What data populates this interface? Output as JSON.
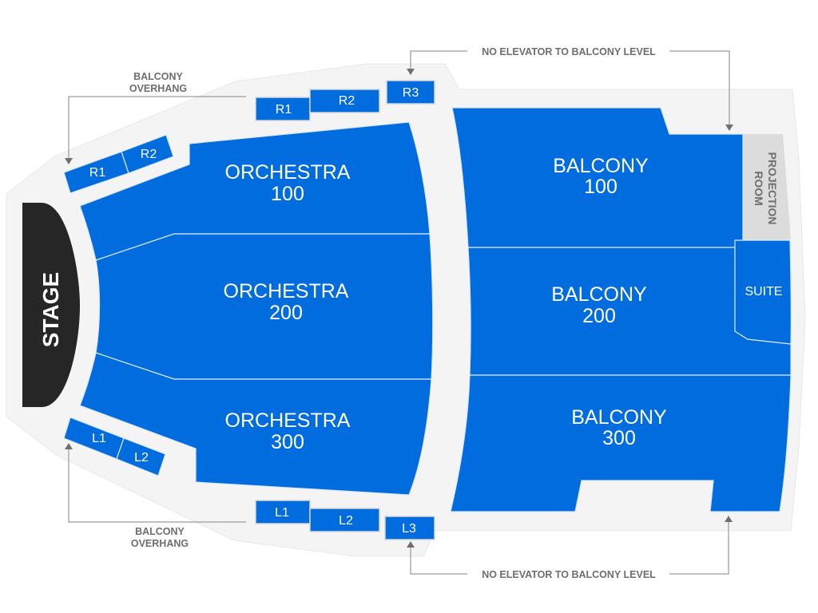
{
  "stage": {
    "label": "STAGE"
  },
  "colors": {
    "section": "#016cde",
    "venue": "#f4f4f4",
    "stage": "#262626",
    "projection": "#dcdcdc",
    "note": "#6e6e6e"
  },
  "orchestra": [
    {
      "name": "ORCHESTRA",
      "number": "100"
    },
    {
      "name": "ORCHESTRA",
      "number": "200"
    },
    {
      "name": "ORCHESTRA",
      "number": "300"
    }
  ],
  "balcony": [
    {
      "name": "BALCONY",
      "number": "100"
    },
    {
      "name": "BALCONY",
      "number": "200"
    },
    {
      "name": "BALCONY",
      "number": "300"
    }
  ],
  "suite": {
    "label": "SUITE"
  },
  "projection_room": {
    "line1": "PROJECTION",
    "line2": "ROOM"
  },
  "boxes": {
    "right_lower": [
      "R1",
      "R2"
    ],
    "right_upper": [
      "R1",
      "R2",
      "R3"
    ],
    "left_lower": [
      "L1",
      "L2"
    ],
    "left_upper": [
      "L1",
      "L2",
      "L3"
    ]
  },
  "notes": {
    "overhang_top": {
      "line1": "BALCONY",
      "line2": "OVERHANG"
    },
    "overhang_bottom": {
      "line1": "BALCONY",
      "line2": "OVERHANG"
    },
    "elevator_top": "NO ELEVATOR TO BALCONY LEVEL",
    "elevator_bottom": "NO ELEVATOR TO BALCONY LEVEL"
  }
}
